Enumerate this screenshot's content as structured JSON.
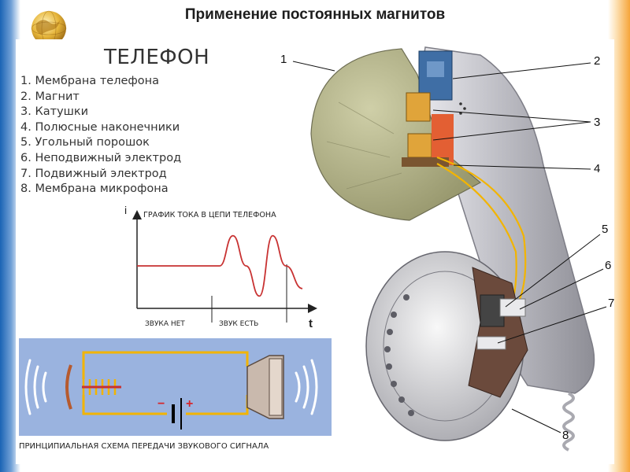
{
  "slide": {
    "title": "Применение постоянных магнитов"
  },
  "phone": {
    "heading": "ТЕЛЕФОН",
    "parts": [
      "1. Мембрана телефона",
      "2. Магнит",
      "3. Катушки",
      "4. Полюсные наконечники",
      "5. Угольный порошок",
      "6. Неподвижный электрод",
      "7. Подвижный электрод",
      "8. Мембрана микрофона"
    ]
  },
  "graph": {
    "title": "ГРАФИК ТОКА В ЦЕПИ ТЕЛЕФОНА",
    "y_label": "i",
    "x_label": "t",
    "segment_no_sound": "ЗВУКА НЕТ",
    "segment_sound": "ЗВУК ЕСТЬ"
  },
  "chart_data": {
    "type": "line",
    "title": "ГРАФИК ТОКА В ЦЕПИ ТЕЛЕФОНА",
    "xlabel": "t",
    "ylabel": "i",
    "segments": [
      "ЗВУКА НЕТ",
      "ЗВУК ЕСТЬ"
    ],
    "series": [
      {
        "x": [
          0,
          0.5,
          0.58,
          0.66,
          0.74,
          0.82,
          0.9,
          1.0
        ],
        "y": [
          0,
          0,
          0.8,
          0,
          -0.8,
          0.8,
          0,
          -0.6
        ]
      }
    ]
  },
  "schema": {
    "caption": "ПРИНЦИПИАЛЬНАЯ СХЕМА ПЕРЕДАЧИ ЗВУКОВОГО СИГНАЛА",
    "minus": "−",
    "plus": "+"
  },
  "callouts": [
    "1",
    "2",
    "3",
    "4",
    "5",
    "6",
    "7",
    "8"
  ],
  "colors": {
    "wire": "#f2b400",
    "signal": "#c83232",
    "schema_bg": "#9ab3df",
    "housing": "#c9c9cf"
  }
}
